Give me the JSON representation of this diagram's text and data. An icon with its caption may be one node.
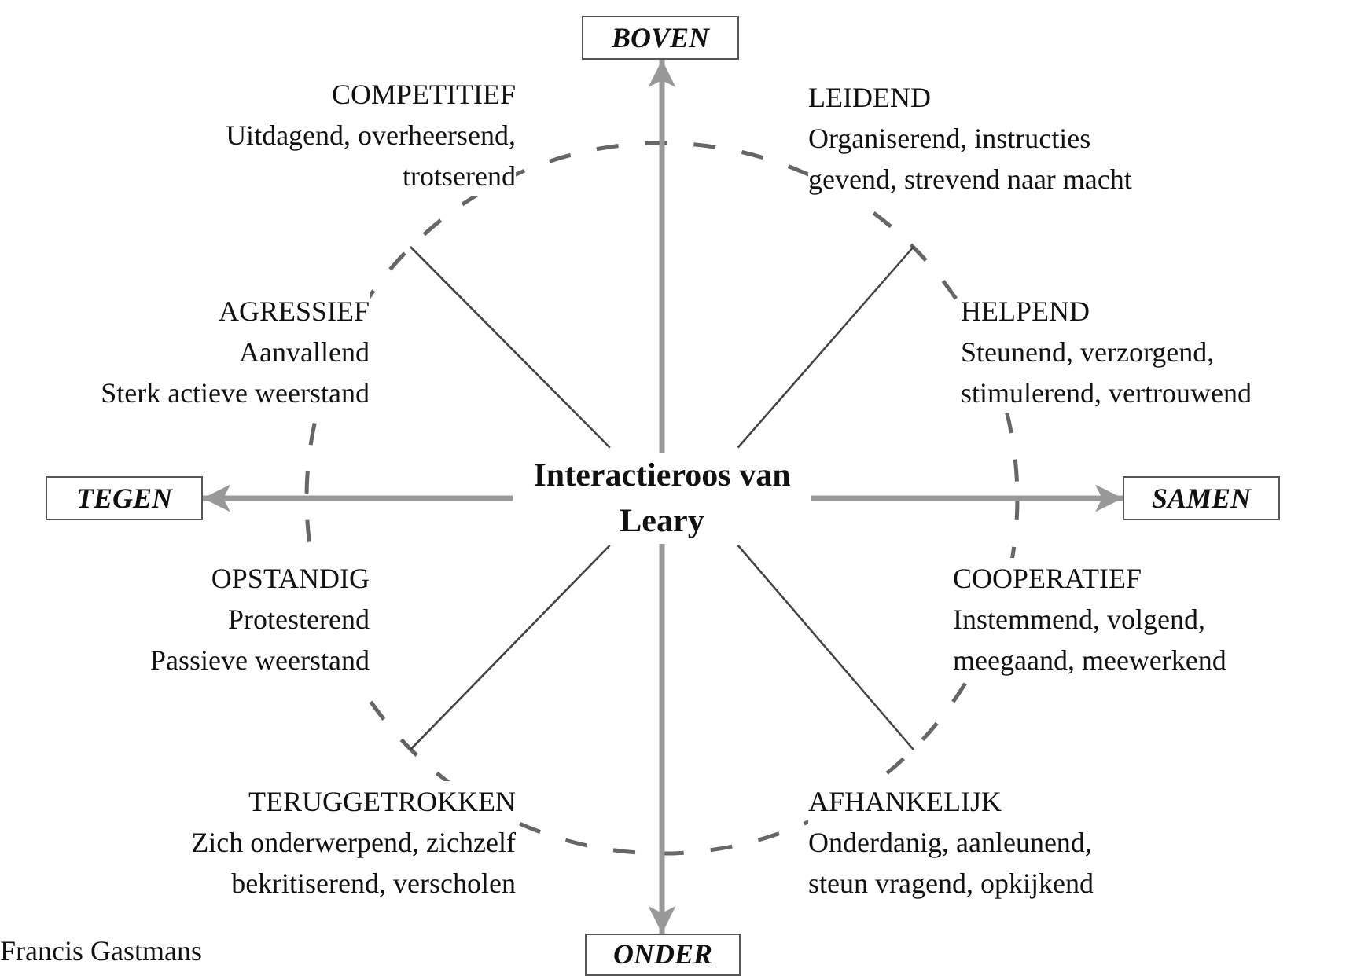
{
  "diagram": {
    "nodes": [
      {
        "text": [
          "Interactieroos van Leary"
        ]
      },
      {
        "text": [
          "BOVEN"
        ]
      },
      {
        "text": [
          "SAMEN"
        ]
      },
      {
        "text": [
          "ONDER"
        ]
      },
      {
        "text": [
          "TEGEN"
        ]
      }
    ],
    "edges": [
      {
        "from": 0,
        "to": 1,
        "arrow": "to"
      },
      {
        "from": 0,
        "to": 2,
        "arrow": "to"
      },
      {
        "from": 0,
        "to": 3,
        "arrow": "to"
      },
      {
        "from": 0,
        "to": 4,
        "arrow": "to"
      }
    ],
    "labels": [
      "COMPETITIEF",
      "Uitdagend, overheersend, trotserend",
      "LEIDEND",
      "Organiserend, instructies gevend, strevend naar macht",
      "AGRESSIEF",
      "Aanvallend",
      "Sterk actieve weerstand",
      "HELPEND",
      "Steunend, verzorgend, stimulerend, vertrouwend",
      "OPSTANDIG",
      "Protesterend",
      "Passieve weerstand",
      "COOPERATIEF",
      "Instemmend, volgend, meegaand, meewerkend",
      "TERUGGETROKKEN",
      "Zich onderwerpend, zichzelf bekritiserend, verscholen",
      "AFHANKELIJK",
      "Onderdanig, aanleunend, steun vragend, opkijkend",
      "Francis Gastmans"
    ]
  }
}
